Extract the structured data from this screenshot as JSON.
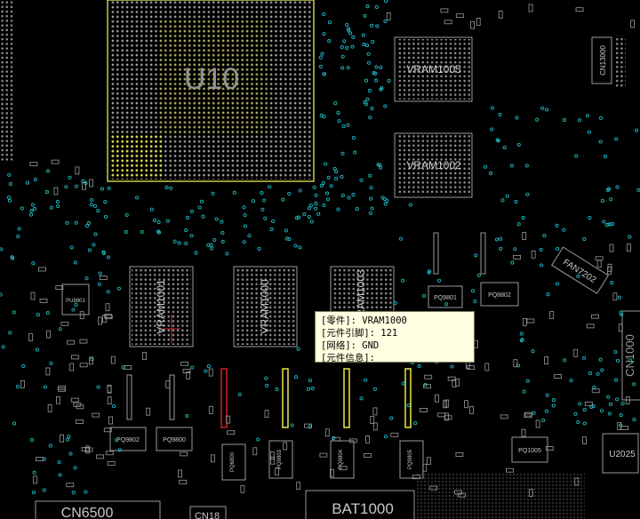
{
  "window": {
    "background_color": "#000000"
  },
  "colors": {
    "outline": "#9a9a9a",
    "pad": "#8c8c8c",
    "selected_chip": "#d8d84a",
    "via": "#1fb8c0",
    "highlight_yellow": "#e8e84a",
    "highlight_red": "#d02020",
    "tooltip_bg": "#ffffe1"
  },
  "components": {
    "cpu": "U10",
    "vram_a": "VRAM1005",
    "vram_b": "VRAM1002",
    "vram_c": "VRAM1001",
    "vram_d": "VRAM1000",
    "vram_e": "VRAM1003",
    "fan": "FAN7202",
    "battery": "BAT1000",
    "conn_a": "CN6500",
    "conn_b": "CN18",
    "conn_c": "CN13000",
    "conn_d": "CN1000",
    "ic_a": "U2025",
    "ic_b": "PU8801",
    "mos_a": "PQ9802",
    "mos_b": "PQ9800",
    "mos_c": "PQ9801",
    "mos_d": "PQ8802",
    "mos_e": "PQ1005",
    "mos_f": "PQ6800",
    "mos_g": "PQ9803",
    "mos_h": "PQ9804",
    "mos_i": "PQ9805"
  },
  "tooltip": {
    "part": "[零件]: VRAM1000",
    "pins": "[元件引脚]: 121",
    "net": "[网络]: GND",
    "info": "[元件信息]:"
  }
}
